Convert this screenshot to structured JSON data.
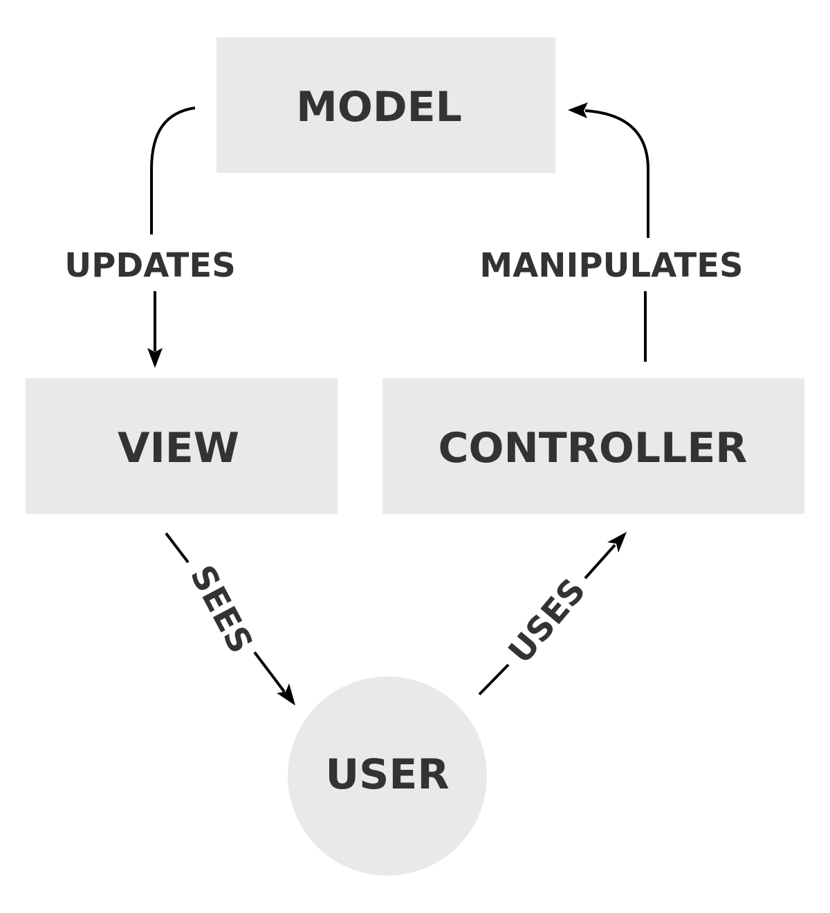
{
  "nodes": {
    "model": "MODEL",
    "view": "VIEW",
    "controller": "CONTROLLER",
    "user": "USER"
  },
  "edges": {
    "updates": "UPDATES",
    "manipulates": "MANIPULATES",
    "sees": "SEES",
    "uses": "USES"
  }
}
